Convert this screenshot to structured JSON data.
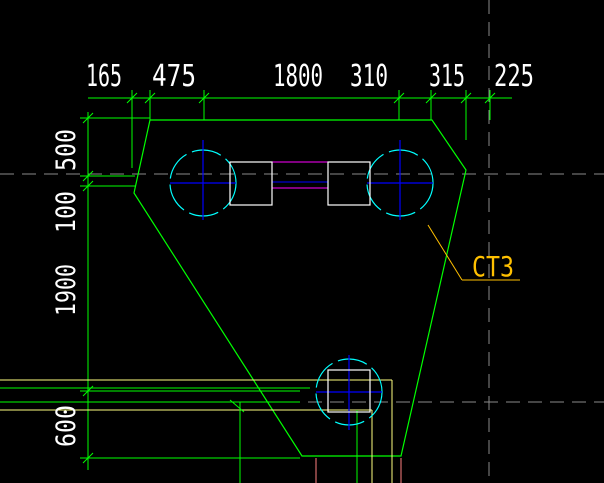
{
  "drawing": {
    "background_color": "#000000",
    "colors": {
      "dimension": "#00ff00",
      "outline": "#00ff00",
      "text": "#ffffff",
      "circle": "#00ffff",
      "cross": "#0000ff",
      "pile_cap_square": "#ffffff",
      "beam": "#ff00ff",
      "label_leader": "#ffc000",
      "axis_line": "#808080",
      "column_pink": "#ff8080",
      "grid_yellow": "#ffff80"
    },
    "top_dimensions": [
      "165",
      "475",
      "1800",
      "310",
      "315",
      "225"
    ],
    "left_dimensions": [
      "500",
      "100",
      "1900",
      "600"
    ],
    "tag_label": "CT3",
    "tag_color": "#ffc000"
  }
}
